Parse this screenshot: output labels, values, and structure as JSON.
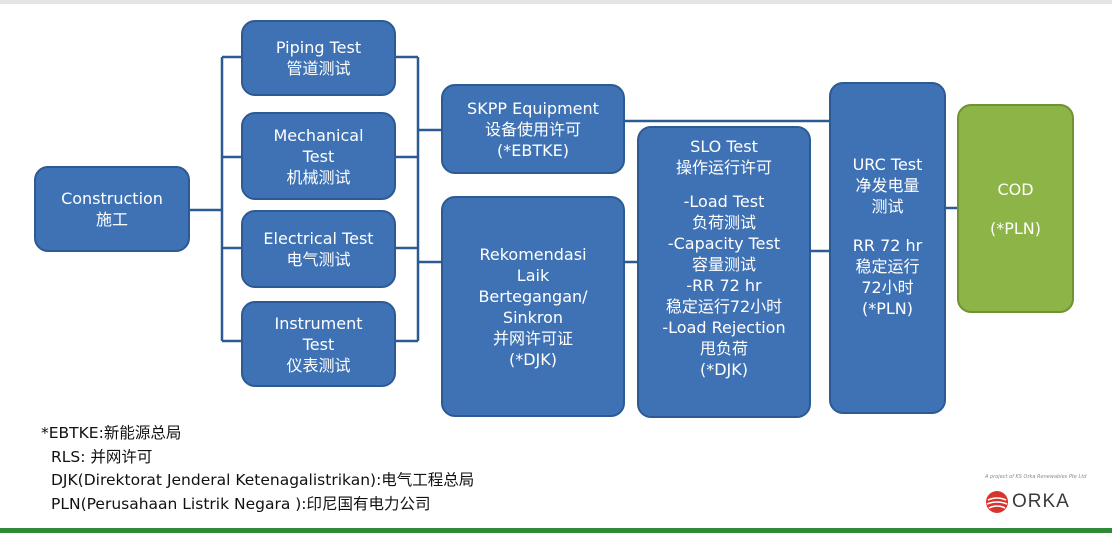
{
  "colors": {
    "box": "#3f72b4",
    "box_border": "#2c5a93",
    "cod_box": "#8cb446",
    "connector": "#2c5a93",
    "footer_bar": "#2f8a37"
  },
  "nodes": {
    "construction": [
      "Construction",
      "施工"
    ],
    "piping": [
      "Piping Test",
      "管道测试"
    ],
    "mechanical": [
      "Mechanical",
      "Test",
      "机械测试"
    ],
    "electrical": [
      "Electrical Test",
      "电气测试"
    ],
    "instrument": [
      "Instrument",
      "Test",
      "仪表测试"
    ],
    "skpp": [
      "SKPP Equipment",
      "设备使用许可",
      "(*EBTKE)"
    ],
    "rekomendasi": [
      "Rekomendasi",
      "Laik",
      "Bertegangan/",
      "Sinkron",
      "并网许可证",
      "(*DJK)"
    ],
    "slo_head": [
      "SLO Test",
      "操作运行许可"
    ],
    "slo_body": [
      "-Load Test",
      "负荷测试",
      "-Capacity Test",
      "容量测试",
      "-RR 72 hr",
      "稳定运行72小时",
      "-Load Rejection",
      "甩负荷",
      "(*DJK)"
    ],
    "urc_head": [
      "URC Test",
      "净发电量",
      "测试"
    ],
    "urc_body": [
      "RR 72 hr",
      "稳定运行",
      "72小时",
      "(*PLN)"
    ],
    "cod": [
      "COD",
      "(*PLN)"
    ]
  },
  "legend": [
    "*EBTKE:新能源总局",
    "RLS: 并网许可",
    "DJK(Direktorat Jenderal Ketenagalistrikan):电气工程总局",
    "PLN(Perusahaan Listrik Negara ):印尼国有电力公司"
  ],
  "brand": {
    "tagline": "A project of KS Orka Renewables Pte Ltd",
    "name": "ORKA",
    "logo_icon": "orka-logo-icon"
  }
}
